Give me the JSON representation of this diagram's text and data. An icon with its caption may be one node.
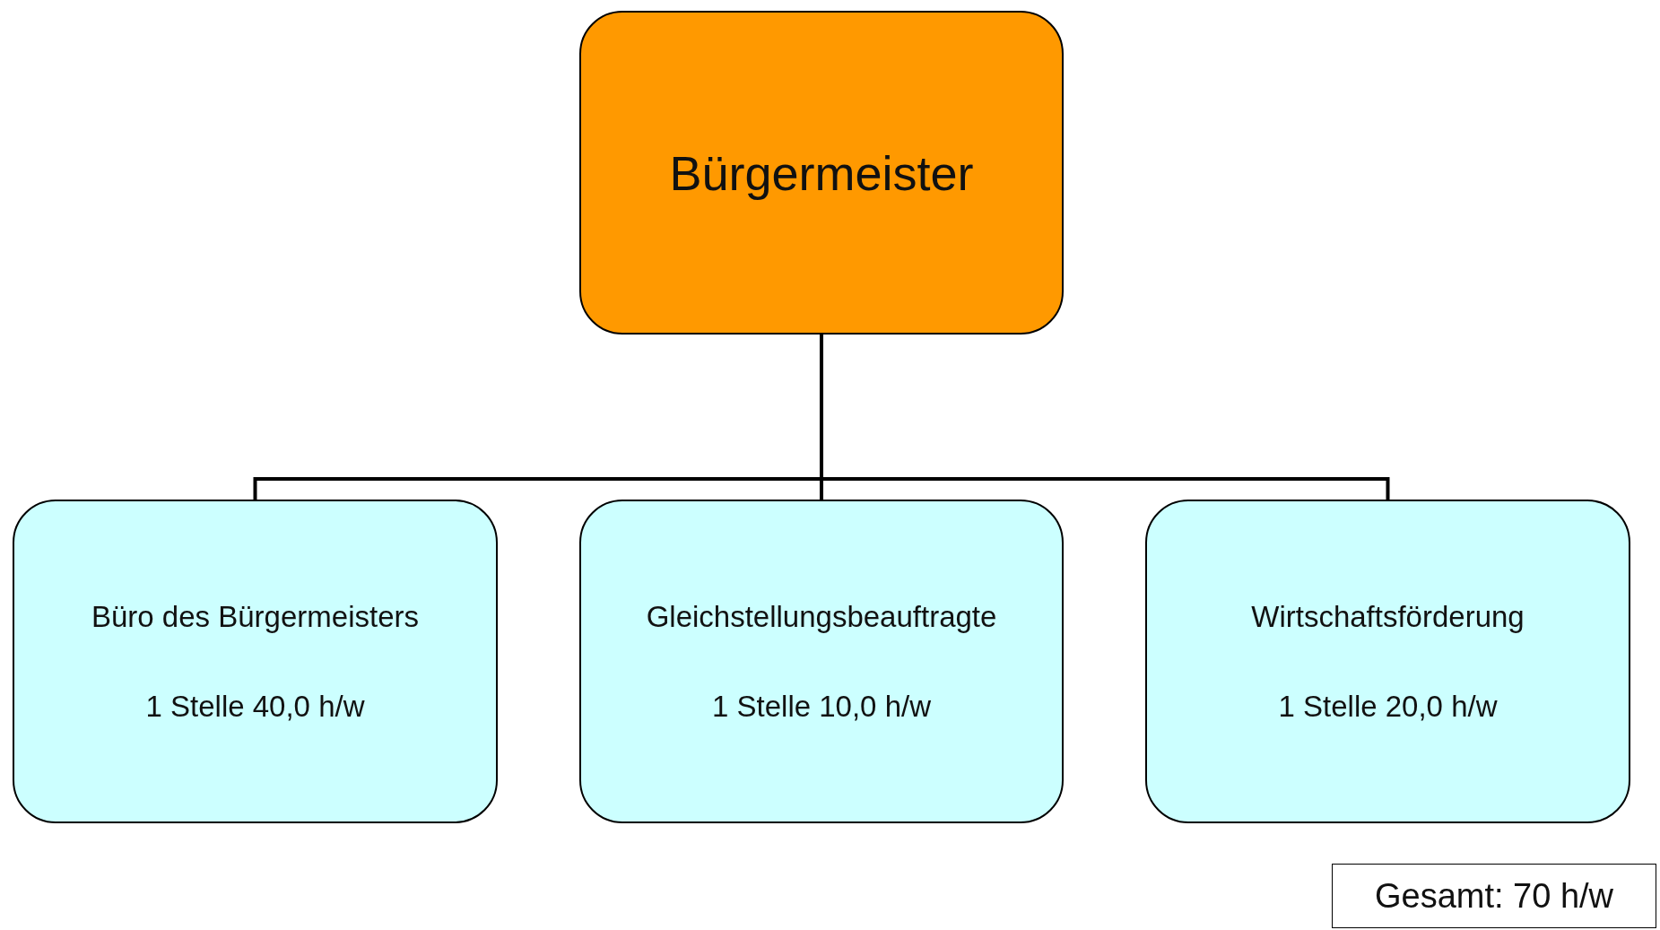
{
  "diagram": {
    "nodes": [
      {
        "text": [
          "Bürgermeister"
        ]
      },
      {
        "text": [
          "Büro des Bürgermeisters",
          "1 Stelle 40,0 h/w"
        ]
      },
      {
        "text": [
          "Gleichstellungsbeauftragte",
          "1 Stelle 10,0 h/w"
        ]
      },
      {
        "text": [
          "Wirtschaftsförderung",
          "1 Stelle 20,0 h/w"
        ]
      },
      {
        "text": [
          "Gesamt: 70 h/w"
        ]
      }
    ],
    "edges": [
      {
        "from": 0,
        "to": 1,
        "arrow": "none"
      },
      {
        "from": 0,
        "to": 2,
        "arrow": "none"
      },
      {
        "from": 0,
        "to": 3,
        "arrow": "none"
      }
    ]
  }
}
